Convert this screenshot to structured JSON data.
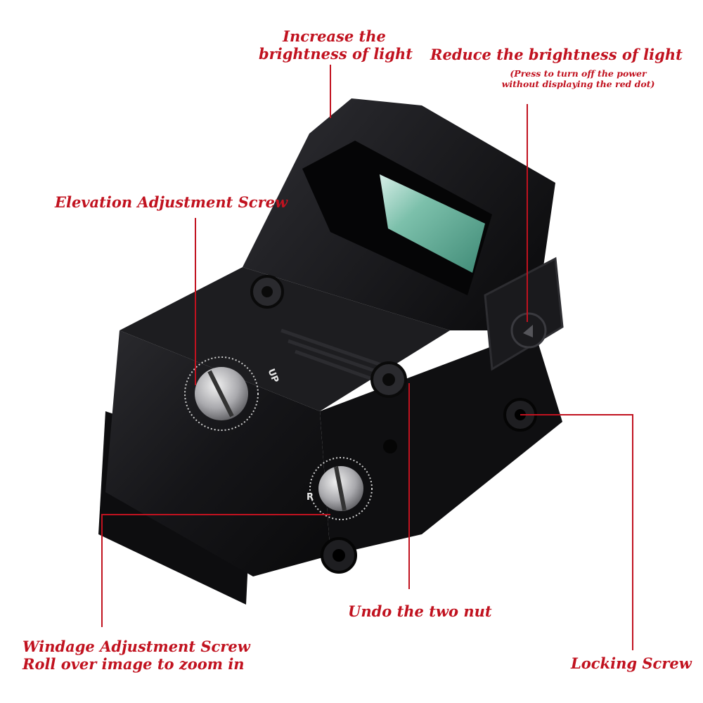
{
  "labels": {
    "increase": [
      "Increase the",
      "brightness of light"
    ],
    "reduce": "Reduce the brightness of light",
    "reduce_note": [
      "(Press to turn off the power",
      "without displaying the red dot)"
    ],
    "elevation": "Elevation Adjustment Screw",
    "undo": "Undo the two nut",
    "windage": [
      "Windage Adjustment Screw",
      "Roll over image to zoom in"
    ],
    "locking": "Locking Screw"
  },
  "engraving": {
    "up": "UP",
    "r": "R"
  },
  "colors": {
    "label": "#c1121f",
    "leader": "#c1121f",
    "body": "#141416",
    "lens": "#5fa592"
  }
}
